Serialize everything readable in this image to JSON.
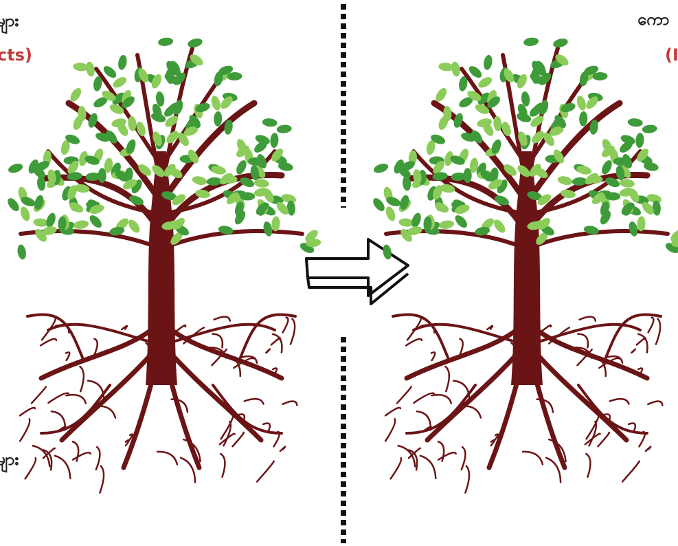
{
  "labels": {
    "left_top_script": "များ",
    "left_top_english": "cts)",
    "left_bottom_script": "များ",
    "right_top_script": "ကော",
    "right_top_english": "(I"
  },
  "colors": {
    "trunk": "#6b1416",
    "leaf_light": "#8ccc5a",
    "leaf_dark": "#3f9b3a",
    "accent_red": "#c23b3b",
    "divider": "#111111",
    "arrow_stroke": "#111111"
  },
  "icons": {
    "left_tree": "tree-with-roots-icon",
    "right_tree": "tree-with-roots-icon",
    "arrow": "arrow-right-icon"
  }
}
